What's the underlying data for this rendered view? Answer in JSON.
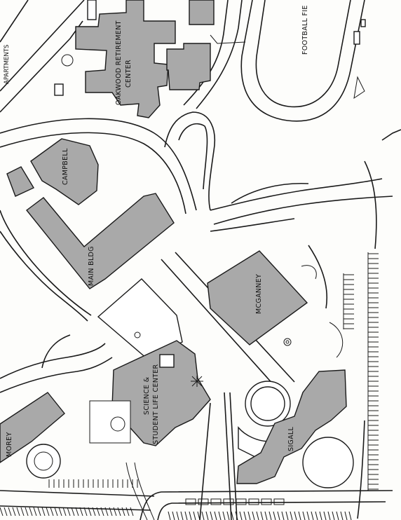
{
  "map": {
    "labels": {
      "apartments": "APARTMENTS",
      "football": "FOOTBALL FIE",
      "oakwood_line1": "OAKWOOD RETIREMENT",
      "oakwood_line2": "CENTER",
      "campbell": "CAMPBELL",
      "main_bldg": "MAIN BLDG",
      "mcganney": "MCGANNEY",
      "science_line1": "SCIENCE &",
      "science_line2": "STUDENT LIFE CENTER",
      "morey": "MOREY",
      "sigall": "SIGALL"
    },
    "colors": {
      "building_fill": "#a9a9a9",
      "line": "#1a1a1a",
      "paper": "#fdfdfb"
    }
  }
}
